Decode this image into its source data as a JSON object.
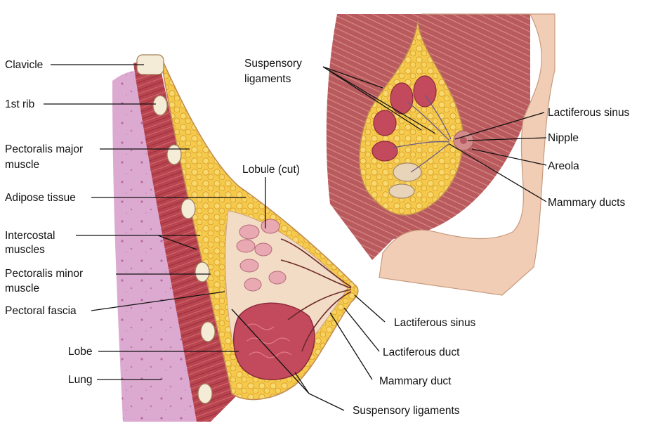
{
  "labels": {
    "clavicle": "Clavicle",
    "first_rib": "1st rib",
    "pec_major_1": "Pectoralis major",
    "pec_major_2": "muscle",
    "adipose": "Adipose tissue",
    "intercostal_1": "Intercostal",
    "intercostal_2": "muscles",
    "pec_minor_1": "Pectoralis minor",
    "pec_minor_2": "muscle",
    "pectoral_fascia": "Pectoral fascia",
    "lobe": "Lobe",
    "lung": "Lung",
    "lobule_cut": "Lobule (cut)",
    "lact_sinus_side": "Lactiferous sinus",
    "lact_duct": "Lactiferous duct",
    "mammary_duct": "Mammary duct",
    "susp_lig_bottom": "Suspensory ligaments",
    "susp_lig_top_1": "Suspensory",
    "susp_lig_top_2": "ligaments",
    "lact_sinus_front": "Lactiferous sinus",
    "nipple": "Nipple",
    "areola": "Areola",
    "mammary_ducts": "Mammary ducts"
  },
  "colors": {
    "lung": "#d9a7cf",
    "muscle": "#b4414f",
    "fat": "#f2c64a",
    "skin": "#f1cdb5",
    "lobe": "#c0475a",
    "line": "#111111"
  }
}
